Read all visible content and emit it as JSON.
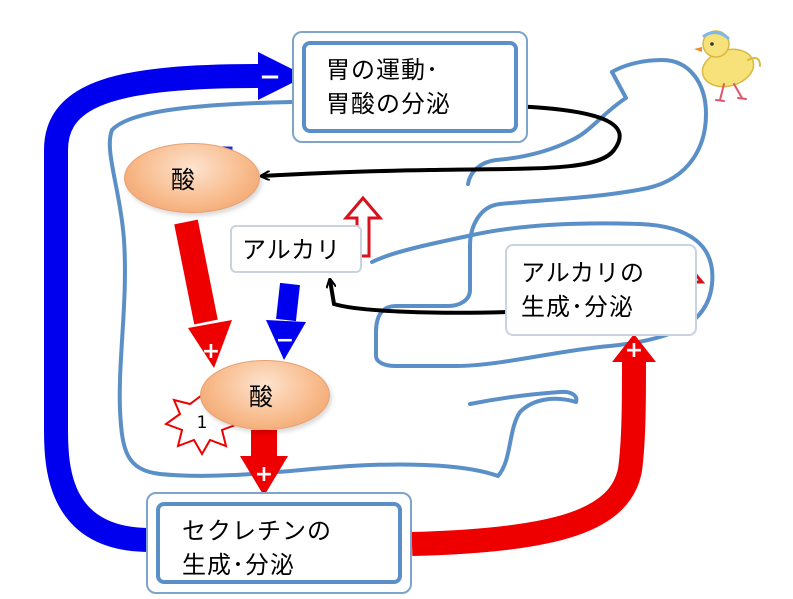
{
  "stomach_box": {
    "line1": "胃の運動･",
    "line2": "胃酸の分泌",
    "change": "decrease"
  },
  "acid_top": {
    "label": "酸",
    "change": "decrease"
  },
  "alkali": {
    "label": "アルカリ",
    "change": "increase"
  },
  "pancreas_box": {
    "line1": "アルカリの",
    "line2": "生成･分泌",
    "change": "increase"
  },
  "acid_duodenum": {
    "label": "酸"
  },
  "starburst": {
    "number": "1"
  },
  "secretin_box": {
    "line1": "セクレチンの",
    "line2": "生成･分泌",
    "change": "increase"
  },
  "signs": {
    "minus": "−",
    "plus": "+"
  },
  "colors": {
    "stimulatory": "#ee0000",
    "inhibitory": "#0000ee",
    "hollow_down": "#1f2ee0",
    "hollow_up": "#d8121c",
    "organ_outline": "#5b8fc7",
    "acid_fill": "#f8b887",
    "secretin_dot": "#4f81bd"
  },
  "icons": [
    "blue-dot-icon",
    "hollow-down-arrow-icon",
    "hollow-up-arrow-icon",
    "chick-icon",
    "starburst-icon"
  ]
}
